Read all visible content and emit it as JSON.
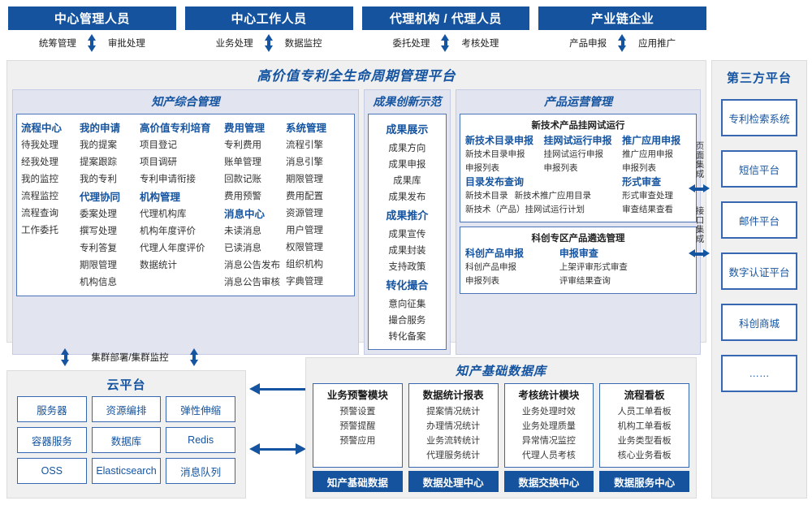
{
  "roles": [
    {
      "title": "中心管理人员",
      "left": "统筹管理",
      "right": "审批处理"
    },
    {
      "title": "中心工作人员",
      "left": "业务处理",
      "right": "数据监控"
    },
    {
      "title": "代理机构 / 代理人员",
      "left": "委托处理",
      "right": "考核处理"
    },
    {
      "title": "产业链企业",
      "left": "产品申报",
      "right": "应用推广"
    }
  ],
  "platform": {
    "title": "高价值专利全生命周期管理平台",
    "sections": {
      "zhichan": {
        "title": "知产综合管理",
        "columns": [
          {
            "blocks": [
              {
                "head": "流程中心",
                "items": [
                  "待我处理",
                  "经我处理",
                  "我的监控",
                  "流程监控",
                  "流程查询",
                  "工作委托"
                ]
              }
            ]
          },
          {
            "blocks": [
              {
                "head": "我的申请",
                "items": [
                  "我的提案",
                  "提案跟踪",
                  "我的专利"
                ]
              },
              {
                "head": "代理协同",
                "items": [
                  "委案处理",
                  "撰写处理",
                  "专利答复",
                  "期限管理",
                  "机构信息"
                ]
              }
            ]
          },
          {
            "blocks": [
              {
                "head": "高价值专利培育",
                "items": [
                  "项目登记",
                  "项目调研",
                  "专利申请衔接"
                ]
              },
              {
                "head": "机构管理",
                "items": [
                  "代理机构库",
                  "机构年度评价",
                  "代理人年度评价",
                  "数据统计"
                ]
              }
            ]
          },
          {
            "blocks": [
              {
                "head": "费用管理",
                "items": [
                  "专利费用",
                  "账单管理",
                  "回款记账",
                  "费用预警"
                ]
              },
              {
                "head": "消息中心",
                "items": [
                  "未读消息",
                  "已读消息",
                  "消息公告发布",
                  "消息公告审核"
                ]
              }
            ]
          },
          {
            "blocks": [
              {
                "head": "系统管理",
                "items": [
                  "流程引擎",
                  "消息引擎",
                  "期限管理",
                  "费用配置",
                  "资源管理",
                  "用户管理",
                  "权限管理",
                  "组织机构",
                  "字典管理"
                ]
              }
            ]
          }
        ]
      },
      "chengguo": {
        "title": "成果创新示范",
        "blocks": [
          {
            "head": "成果展示",
            "items": [
              "成果方向",
              "成果申报",
              "成果库",
              "成果发布"
            ]
          },
          {
            "head": "成果推介",
            "items": [
              "成果宣传",
              "成果封装",
              "支持政策"
            ]
          },
          {
            "head": "转化撮合",
            "items": [
              "意向征集",
              "撮合服务",
              "转化备案"
            ]
          }
        ]
      },
      "chanpin": {
        "title": "产品运营管理",
        "box1": {
          "title": "新技术产品挂网试运行",
          "row1": [
            {
              "head": "新技术目录申报",
              "items": [
                "新技术目录申报",
                "申报列表"
              ]
            },
            {
              "head": "挂网试运行申报",
              "items": [
                "挂网试运行申报",
                "申报列表"
              ]
            },
            {
              "head": "推广应用申报",
              "items": [
                "推广应用申报",
                "申报列表"
              ]
            }
          ],
          "row2": [
            {
              "head": "目录发布查询",
              "items_inline": [
                "新技术目录",
                "新技术推广应用目录"
              ],
              "items": [
                "新技术（产品）挂网试运行计划"
              ]
            },
            {
              "head": "形式审查",
              "items": [
                "形式审查处理",
                "审查结果查看"
              ]
            }
          ]
        },
        "box2": {
          "title": "科创专区产品遴选管理",
          "row": [
            {
              "head": "科创产品申报",
              "items": [
                "科创产品申报",
                "申报列表"
              ]
            },
            {
              "head": "申报审查",
              "items": [
                "上架评审形式审查",
                "评审结果查询"
              ]
            }
          ]
        }
      }
    }
  },
  "integration": {
    "top_label": "页面集成",
    "bottom_label": "接口集成"
  },
  "third_party": {
    "title": "第三方平台",
    "items": [
      "专利检索系统",
      "短信平台",
      "邮件平台",
      "数字认证平台",
      "科创商城",
      "……"
    ]
  },
  "cluster": {
    "label": "集群部署/集群监控"
  },
  "cloud": {
    "title": "云平台",
    "cells": [
      "服务器",
      "资源编排",
      "弹性伸缩",
      "容器服务",
      "数据库",
      "Redis",
      "OSS",
      "Elasticsearch",
      "消息队列"
    ]
  },
  "database": {
    "title": "知产基础数据库",
    "columns": [
      {
        "head": "业务预警模块",
        "items": [
          "预警设置",
          "预警提醒",
          "预警应用"
        ],
        "foot": "知产基础数据"
      },
      {
        "head": "数据统计报表",
        "items": [
          "提案情况统计",
          "办理情况统计",
          "业务流转统计",
          "代理服务统计"
        ],
        "foot": "数据处理中心"
      },
      {
        "head": "考核统计模块",
        "items": [
          "业务处理时效",
          "业务处理质量",
          "异常情况监控",
          "代理人员考核"
        ],
        "foot": "数据交换中心"
      },
      {
        "head": "流程看板",
        "items": [
          "人员工单看板",
          "机构工单看板",
          "业务类型看板",
          "核心业务看板"
        ],
        "foot": "数据服务中心"
      }
    ]
  },
  "colors": {
    "primary": "#15539E",
    "accent": "#1554A0",
    "panel_bg": "#F0F0F0",
    "section_bg": "#E2E4F0",
    "border": "#4C74B8"
  }
}
